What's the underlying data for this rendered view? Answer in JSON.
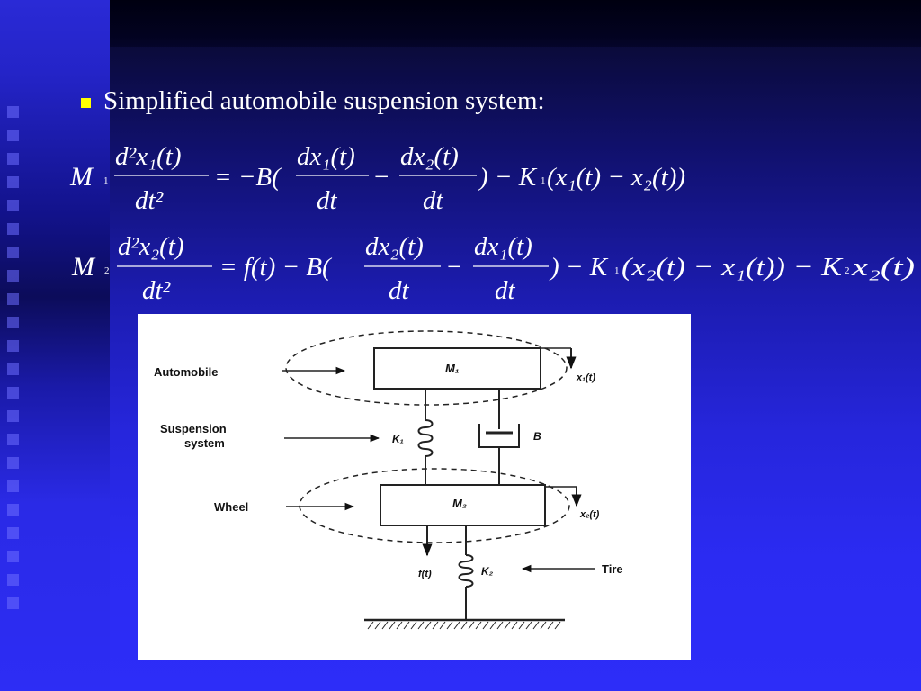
{
  "slide": {
    "bullet_text": "Simplified automobile suspension system:"
  },
  "equations": {
    "eq1": {
      "lhs_mass": "M",
      "lhs_mass_sub": "1",
      "num": "d²x₁(t)",
      "den": "dt²",
      "eq_sign": "= −B(",
      "frac1_num": "dx₁(t)",
      "frac1_den": "dt",
      "minus": "−",
      "frac2_num": "dx₂(t)",
      "frac2_den": "dt",
      "tail": ") − K",
      "tail_sub": "1",
      "tail_rest": "(x₁(t) − x₂(t))"
    },
    "eq2": {
      "lhs_mass": "M",
      "lhs_mass_sub": "2",
      "num": "d²x₂(t)",
      "den": "dt²",
      "eq_sign": "= f(t) − B(",
      "frac1_num": "dx₂(t)",
      "frac1_den": "dt",
      "minus": "−",
      "frac2_num": "dx₁(t)",
      "frac2_den": "dt",
      "tail": ") − K",
      "tail_sub": "1",
      "tail_rest": "(x₂(t) − x₁(t)) − K",
      "tail2_sub": "2",
      "tail2_rest": "x₂(t)"
    }
  },
  "diagram": {
    "label_automobile": "Automobile",
    "label_suspension_1": "Suspension",
    "label_suspension_2": "system",
    "label_wheel": "Wheel",
    "label_tire": "Tire",
    "mass1": "M₁",
    "mass2": "M₂",
    "spring1": "K₁",
    "spring2": "K₂",
    "damper": "B",
    "disp1": "x₁(t)",
    "disp2": "x₂(t)",
    "force": "f(t)"
  },
  "colors": {
    "bullet": "#ffff00",
    "text": "#ffffff",
    "background_main": "#2b2bf2"
  }
}
